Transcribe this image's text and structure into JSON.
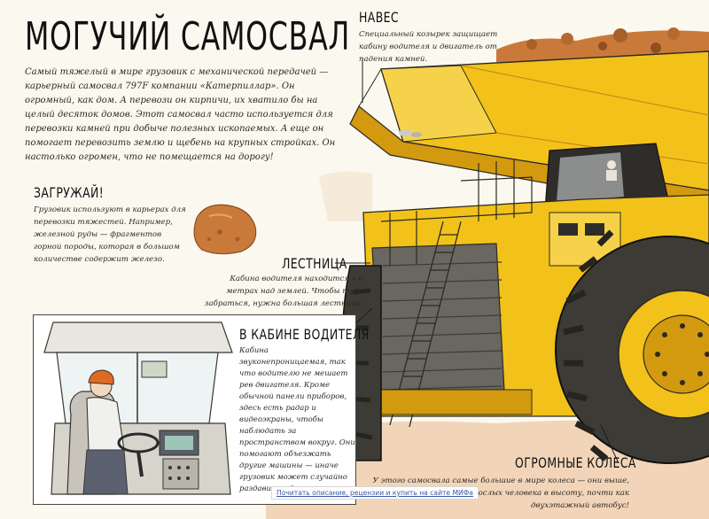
{
  "page": {
    "title": "МОГУЧИЙ САМОСВАЛ",
    "intro": "Самый тяжелый в мире грузовик с механической передачей — карьерный самосвал 797F компании «Катерпиллар». Он огромный, как дом. А перевози он кирпичи, их хватило бы на целый десяток домов. Этот самосвал часто используется для перевозки камней при добыче полезных ископаемых. А еще он помогает перевозить землю и щебень на крупных стройках. Он настолько огромен, что не помещается на дорогу!"
  },
  "sections": {
    "canopy": {
      "heading": "НАВЕС",
      "text": "Специальный козырек защищает кабину водителя и двигатель от падения камней."
    },
    "load": {
      "heading": "ЗАГРУЖАЙ!",
      "text": "Грузовик используют в карьерах для перевозки тяжестей. Например, железной руды — фрагментов горной породы, которая в большом количестве содержит железо."
    },
    "ladder": {
      "heading": "ЛЕСТНИЦА",
      "text": "Кабина водителя находится в 6 метрах над землей. Чтобы туда забраться, нужна большая лестница."
    },
    "cab": {
      "heading": "В КАБИНЕ ВОДИТЕЛЯ",
      "text": "Кабина звуконепроницаемая, так что водителю не мешает рев двигателя. Кроме обычной панели приборов, здесь есть радар и видеоэкраны, чтобы наблюдать за пространством вокруг. Они помогают объезжать другие машины — иначе грузовик может случайно раздавить одну из них."
    },
    "wheels": {
      "heading": "ОГРОМНЫЕ КОЛЕСА",
      "text": "У этого самосвала самые большие в мире колеса — они выше, чем два взрослых человека в высоту, почти как двухэтажный автобус!"
    }
  },
  "footer": {
    "link": "Почитать описание, рецензии и купить на сайте МИФа"
  },
  "colors": {
    "truck_yellow": "#f2c21b",
    "truck_shade": "#d39a10",
    "tire": "#3d3b36",
    "ground": "#efc9a6",
    "rock": "#c97a3a",
    "ink": "#1e1c18",
    "link": "#3a57a8"
  },
  "icons": [
    "rock-icon",
    "driver-illustration",
    "dump-truck-illustration"
  ]
}
